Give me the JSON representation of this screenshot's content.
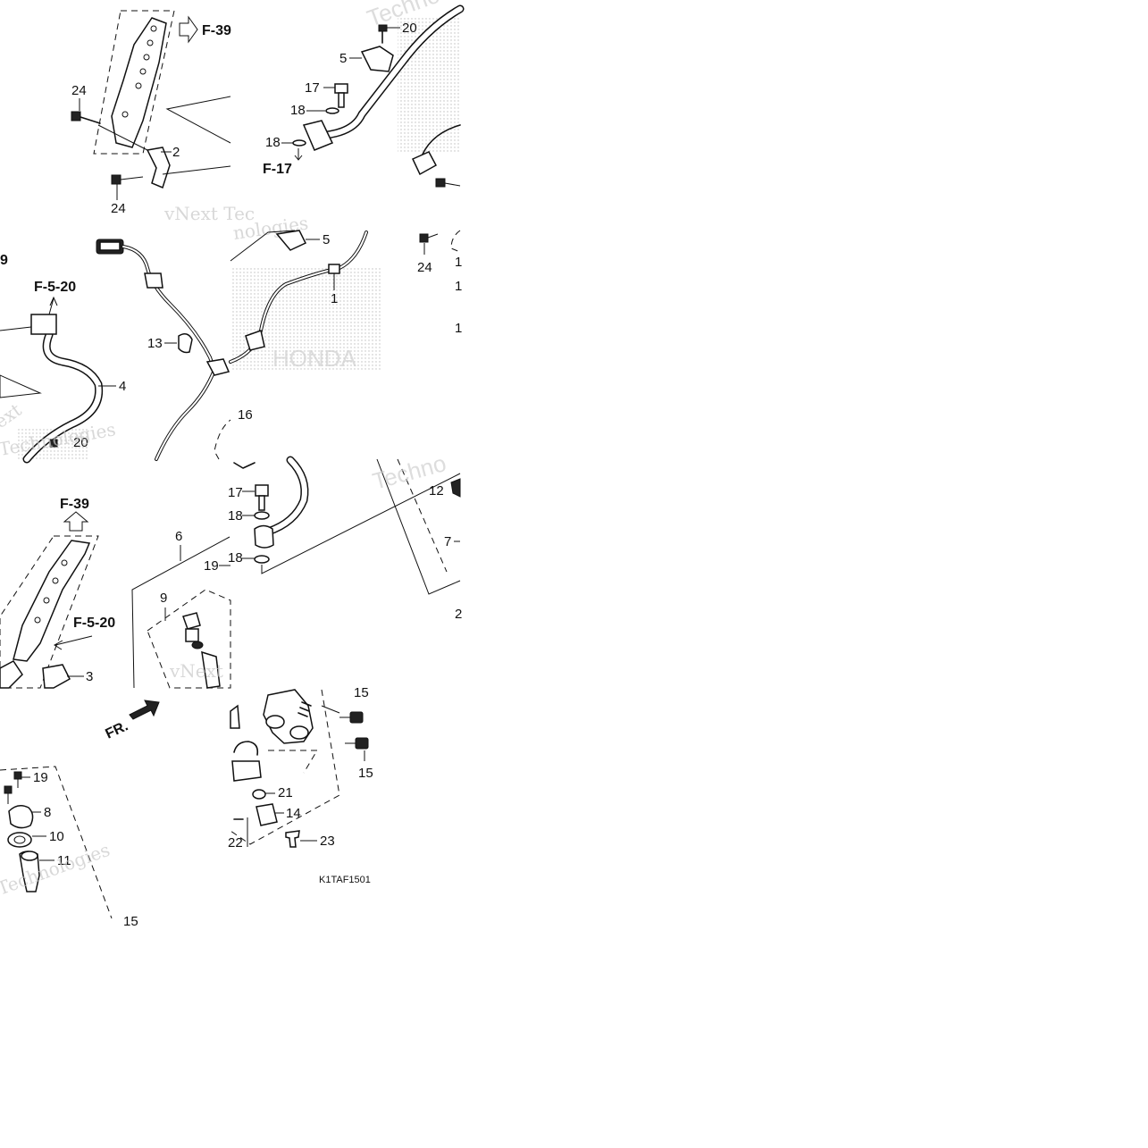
{
  "diagram": {
    "refs": {
      "f39_top": "F-39",
      "f17": "F-17",
      "f9_partial": "9",
      "f5_20_upper": "F-5-20",
      "f39_lower": "F-39",
      "f5_20_lower": "F-5-20",
      "front": "FR."
    },
    "labels": {
      "p24_a": "24",
      "p2": "2",
      "p24_b": "24",
      "p20_a": "20",
      "p5_a": "5",
      "p17_a": "17",
      "p18_a": "18",
      "p18_b": "18",
      "p4": "4",
      "p13": "13",
      "p20_b": "20",
      "p5_b": "5",
      "p1": "1",
      "p24_c": "24",
      "p1_edge_a": "1",
      "p1_edge_b": "1",
      "p1_edge_c": "1",
      "p16": "16",
      "p17_b": "17",
      "p18_c": "18",
      "p18_d": "18",
      "p19_a": "19",
      "p6": "6",
      "p9": "9",
      "p12": "12",
      "p7": "7",
      "p2_edge": "2",
      "p3": "3",
      "p15_a": "15",
      "p15_b": "15",
      "p21": "21",
      "p14": "14",
      "p22": "22",
      "p23": "23",
      "p19_b": "19",
      "p8": "8",
      "p10": "10",
      "p11": "11",
      "p15_c": "15"
    },
    "code": "K1TAF1501",
    "watermarks": {
      "vnext_a": "vNext Tec",
      "vnext_b": "vNext",
      "techno_a": "Techno",
      "techno_b": "Techno",
      "technologies_a": "Technologies",
      "technologies_b": "Technologies",
      "nologies": "nologies",
      "ext": "ext",
      "honda": "HONDA"
    }
  }
}
